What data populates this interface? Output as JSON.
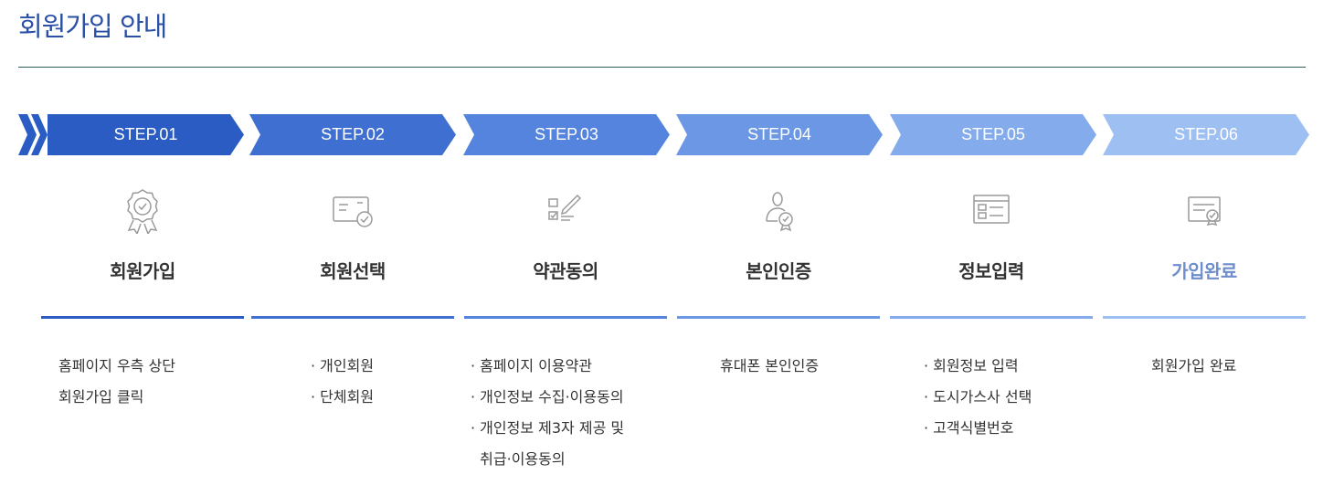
{
  "page_title": "회원가입 안내",
  "colors": {
    "title": "#2a4fa6",
    "step1": "#2b5cc3",
    "step2": "#3f6fd1",
    "step3": "#5584de",
    "step4": "#6c97e4",
    "step5": "#84abec",
    "step6": "#9dbff2",
    "icon": "#9a9a9a"
  },
  "steps": [
    {
      "label": "STEP.01",
      "name": "회원가입",
      "icon": "award-icon",
      "desc": [
        "홈페이지 우측 상단",
        "회원가입 클릭"
      ]
    },
    {
      "label": "STEP.02",
      "name": "회원선택",
      "icon": "member-card-icon",
      "desc": [
        "· 개인회원",
        "· 단체회원"
      ]
    },
    {
      "label": "STEP.03",
      "name": "약관동의",
      "icon": "checklist-pen-icon",
      "desc": [
        "· 홈페이지 이용약관",
        "· 개인정보 수집·이용동의",
        "· 개인정보 제3자 제공 및",
        "  취급·이용동의"
      ]
    },
    {
      "label": "STEP.04",
      "name": "본인인증",
      "icon": "user-verify-icon",
      "desc": [
        "휴대폰 본인인증"
      ]
    },
    {
      "label": "STEP.05",
      "name": "정보입력",
      "icon": "form-input-icon",
      "desc": [
        "· 회원정보 입력",
        "· 도시가스사 선택",
        "· 고객식별번호"
      ]
    },
    {
      "label": "STEP.06",
      "name": "가입완료",
      "icon": "document-check-icon",
      "desc": [
        "회원가입 완료"
      ]
    }
  ]
}
